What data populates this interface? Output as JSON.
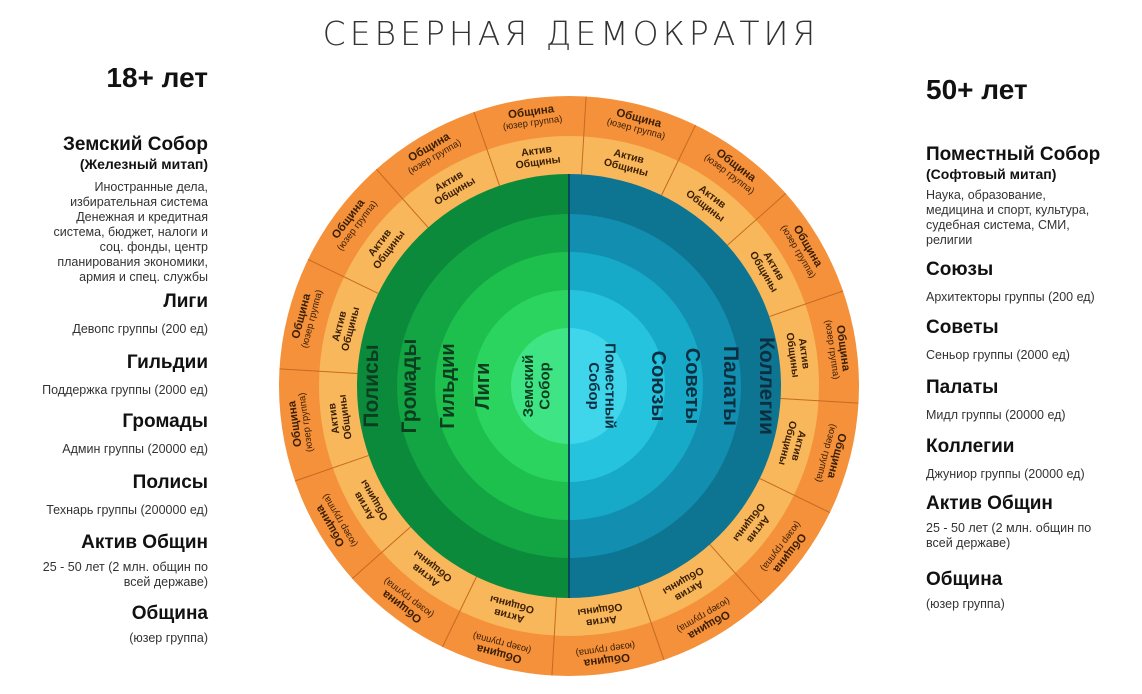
{
  "title": "СЕВЕРНАЯ ДЕМОКРАТИЯ",
  "left": {
    "age": "18+ лет",
    "blocks": [
      {
        "title": "Земский Собор",
        "sub": "(Железный митап)",
        "desc": "Иностранные дела,\nизбирательная система\nДенежная и кредитная\nсистема, бюджет, налоги и\nсоц. фонды, центр\nпланирования экономики,\nармия и спец. службы"
      },
      {
        "title": "Лиги",
        "desc": "Девопс группы (200 ед)"
      },
      {
        "title": "Гильдии",
        "desc": "Поддержка группы (2000 ед)"
      },
      {
        "title": "Громады",
        "desc": "Админ группы (20000 ед)"
      },
      {
        "title": "Полисы",
        "desc": "Технарь группы (200000 ед)"
      },
      {
        "title": "Актив Общин",
        "desc": "25 - 50 лет (2 млн. общин по\nвсей державе)"
      },
      {
        "title": "Община",
        "desc": "(юзер группа)"
      }
    ]
  },
  "right": {
    "age": "50+ лет",
    "blocks": [
      {
        "title": "Поместный Собор",
        "sub": "(Софтовый митап)",
        "desc": "Наука, образование,\nмедицина и спорт, культура,\nсудебная система, СМИ,\nрелигии"
      },
      {
        "title": "Союзы",
        "desc": "Архитекторы группы (200 ед)"
      },
      {
        "title": "Советы",
        "desc": "Сеньор группы (2000 ед)"
      },
      {
        "title": "Палаты",
        "desc": "Мидл группы (20000 ед)"
      },
      {
        "title": "Коллегии",
        "desc": "Джуниор группы (20000 ед)"
      },
      {
        "title": "Актив Общин",
        "desc": "25 - 50 лет (2 млн. общин по\nвсей державе)"
      },
      {
        "title": "Община",
        "desc": "(юзер группа)"
      }
    ]
  },
  "circle": {
    "left_rings": [
      "Полисы",
      "Громады",
      "Гильдии",
      "Лиги"
    ],
    "left_center": "Земский\nСобор",
    "right_center": "Поместный\nСобор",
    "right_rings": [
      "Союзы",
      "Советы",
      "Палаты",
      "Коллегии"
    ],
    "outer_label": "Община",
    "outer_sub": "(юзер группа)",
    "inner_label": "Актив\nОбщины",
    "segments": 16
  },
  "colors": {
    "outer_ring": "#f4913a",
    "middle_ring": "#f8b75a",
    "left_rings": [
      "#0b8a3c",
      "#13a543",
      "#1dbf4d",
      "#2bd45f",
      "#3fe584"
    ],
    "right_rings": [
      "#0d7591",
      "#128fb0",
      "#17a9c8",
      "#25c3de",
      "#3fd6ec"
    ],
    "text_dark": "#1d3d1d"
  }
}
